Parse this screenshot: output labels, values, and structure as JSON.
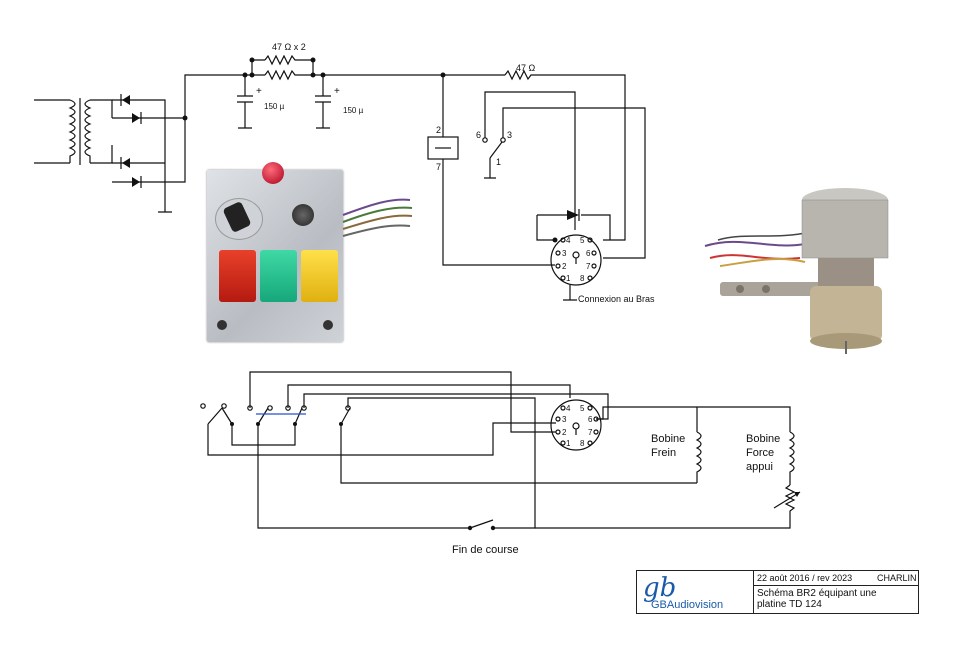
{
  "labels": {
    "r_pair": "47 Ω x 2",
    "r_single": "47 Ω",
    "cap1": "150 µ",
    "cap2": "150 µ",
    "relay_pin_top": "2",
    "relay_pin_bottom": "7",
    "sw_6": "6",
    "sw_3": "3",
    "sw_1": "1",
    "connexion": "Connexion au Bras",
    "bobine_frein": [
      "Bobine",
      "Frein"
    ],
    "bobine_force": [
      "Bobine",
      "Force",
      "appui"
    ],
    "fin_course": "Fin de course"
  },
  "connector_pins": [
    "4",
    "5",
    "3",
    "6",
    "2",
    "7",
    "1",
    "8"
  ],
  "title_block": {
    "date": "22 août 2016",
    "rev": " / rev 2023",
    "author": "CHARLIN",
    "brand": "GBAudiovision",
    "desc1": "Schéma BR2 équipant une",
    "desc2": "platine TD 124"
  }
}
